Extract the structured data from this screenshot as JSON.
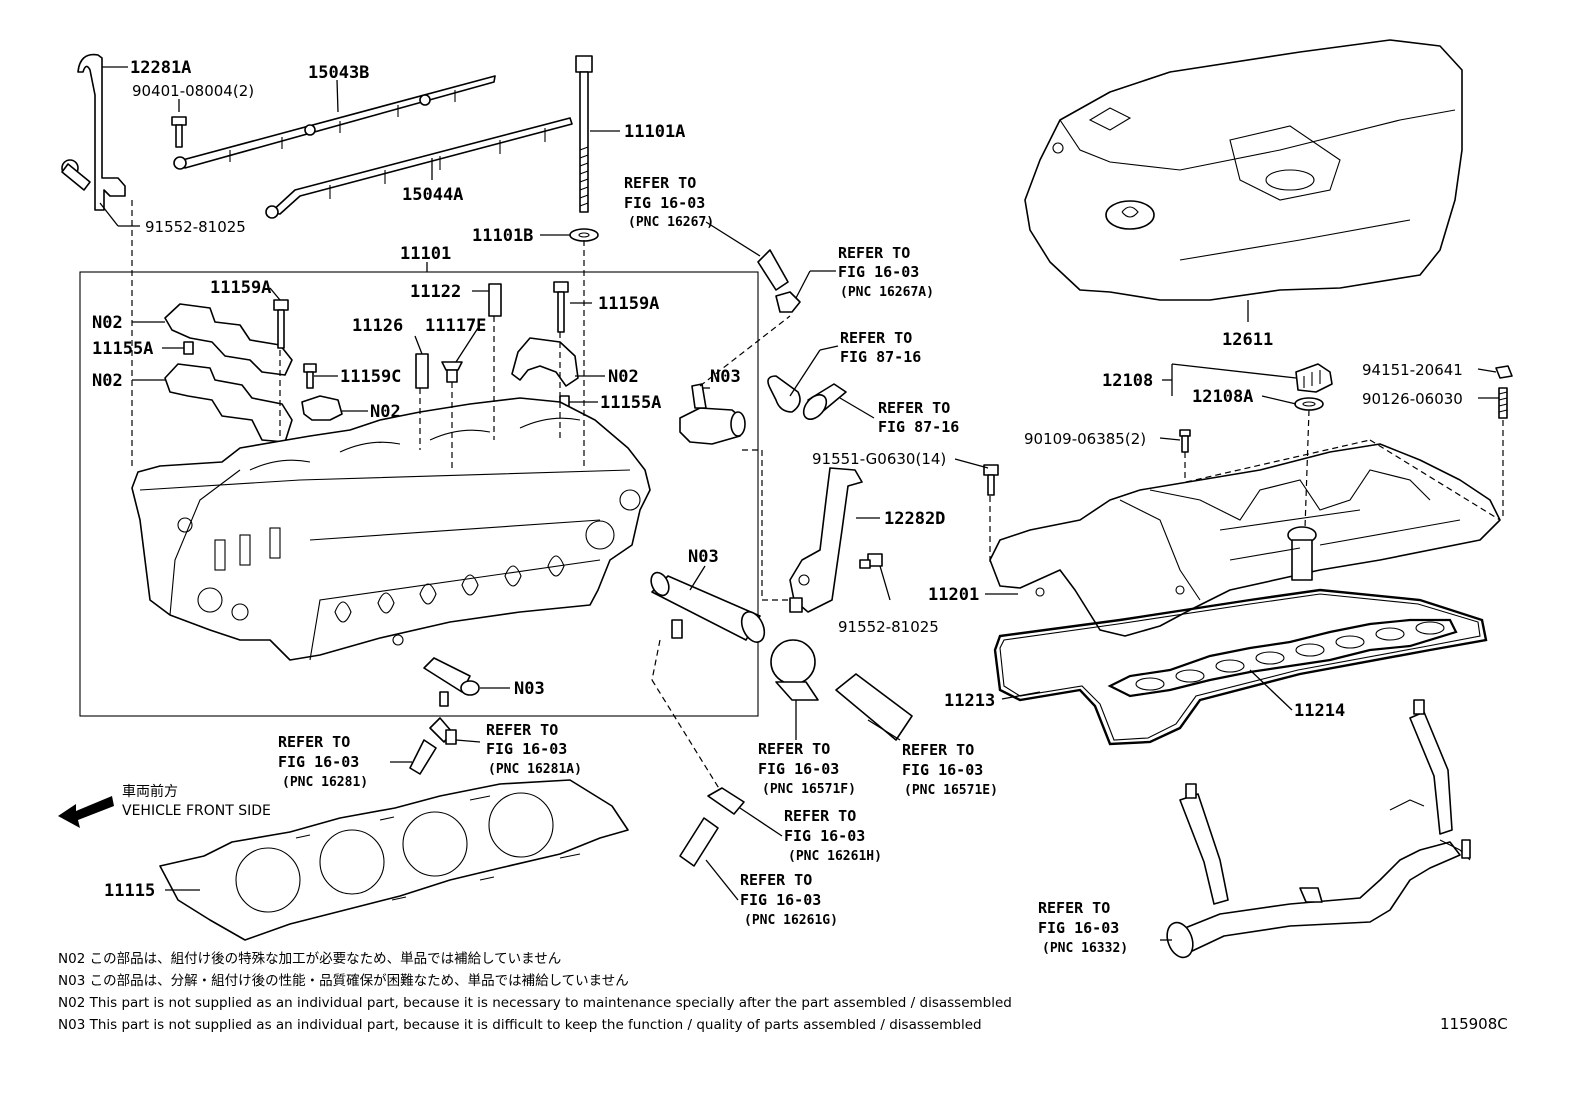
{
  "labels": {
    "p12281A": "12281A",
    "p90401": "90401-08004(2)",
    "p15043B": "15043B",
    "p11101A": "11101A",
    "p15044A": "15044A",
    "p91552a": "91552-81025",
    "p11101B": "11101B",
    "p11101": "11101",
    "p11159A_1": "11159A",
    "p11122": "11122",
    "p11159A_2": "11159A",
    "p11126": "11126",
    "p11117E": "11117E",
    "pN02_1": "N02",
    "p11155A_1": "11155A",
    "pN02_2": "N02",
    "p11159C": "11159C",
    "pN02_3": "N02",
    "pN02_4": "N02",
    "pN03_1": "N03",
    "p11155A_2": "11155A",
    "pN03_2": "N03",
    "pN03_3": "N03",
    "p12611": "12611",
    "p12108": "12108",
    "p12108A": "12108A",
    "p94151": "94151-20641",
    "p90126": "90126-06030",
    "p90109": "90109-06385(2)",
    "p91551": "91551-G0630(14)",
    "p12282D": "12282D",
    "p91552b": "91552-81025",
    "p11201": "11201",
    "p11213": "11213",
    "p11214": "11214",
    "p11115": "11115"
  },
  "refs": {
    "r16267": {
      "l1": "REFER TO",
      "l2": "FIG 16-03",
      "l3": "(PNC 16267)"
    },
    "r16267A": {
      "l1": "REFER TO",
      "l2": "FIG 16-03",
      "l3": "(PNC 16267A)"
    },
    "r8716a": {
      "l1": "REFER TO",
      "l2": "FIG 87-16"
    },
    "r8716b": {
      "l1": "REFER TO",
      "l2": "FIG 87-16"
    },
    "r16281": {
      "l1": "REFER TO",
      "l2": "FIG 16-03",
      "l3": "(PNC 16281)"
    },
    "r16281A": {
      "l1": "REFER TO",
      "l2": "FIG 16-03",
      "l3": "(PNC 16281A)"
    },
    "r16571F": {
      "l1": "REFER TO",
      "l2": "FIG 16-03",
      "l3": "(PNC 16571F)"
    },
    "r16571E": {
      "l1": "REFER TO",
      "l2": "FIG 16-03",
      "l3": "(PNC 16571E)"
    },
    "r16261H": {
      "l1": "REFER TO",
      "l2": "FIG 16-03",
      "l3": "(PNC 16261H)"
    },
    "r16261G": {
      "l1": "REFER TO",
      "l2": "FIG 16-03",
      "l3": "(PNC 16261G)"
    },
    "r16332": {
      "l1": "REFER TO",
      "l2": "FIG 16-03",
      "l3": "(PNC 16332)"
    }
  },
  "direction": {
    "jp": "車両前方",
    "en": "VEHICLE FRONT SIDE"
  },
  "notes": [
    "N02  この部品は、組付け後の特殊な加工が必要なため、単品では補給していません",
    "N03  この部品は、分解・組付け後の性能・品質確保が困難なため、単品では補給していません",
    "N02  This part is not supplied as an individual part, because it is necessary to maintenance specially after the part assembled / disassembled",
    "N03  This part is not supplied as an individual part, because it is difficult to keep the function / quality of parts  assembled / disassembled"
  ],
  "figure_code": "115908C"
}
